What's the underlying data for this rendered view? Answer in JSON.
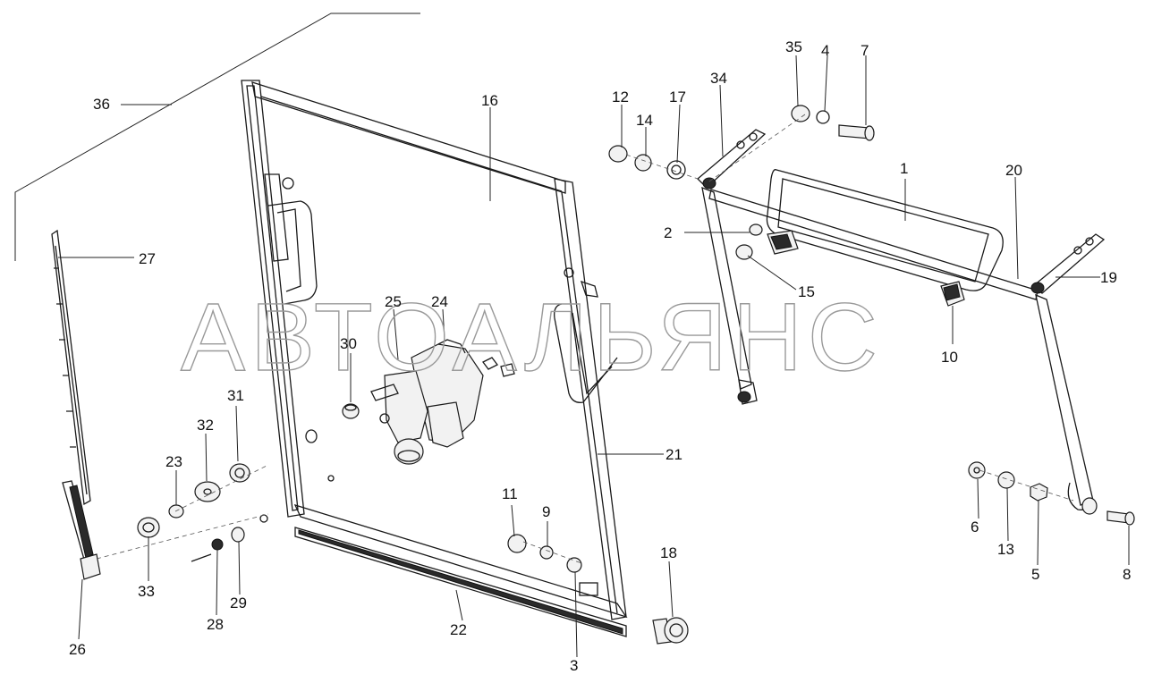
{
  "watermark": "АВТОАЛЬЯНС",
  "callouts": [
    "1",
    "2",
    "3",
    "4",
    "5",
    "6",
    "7",
    "8",
    "9",
    "10",
    "11",
    "12",
    "13",
    "14",
    "15",
    "16",
    "17",
    "18",
    "19",
    "20",
    "21",
    "22",
    "23",
    "24",
    "25",
    "26",
    "27",
    "28",
    "29",
    "30",
    "31",
    "32",
    "33",
    "34",
    "35",
    "36"
  ],
  "colors": {
    "line": "#1a1a1a",
    "watermark": "#9a9a9a",
    "background": "#ffffff"
  }
}
